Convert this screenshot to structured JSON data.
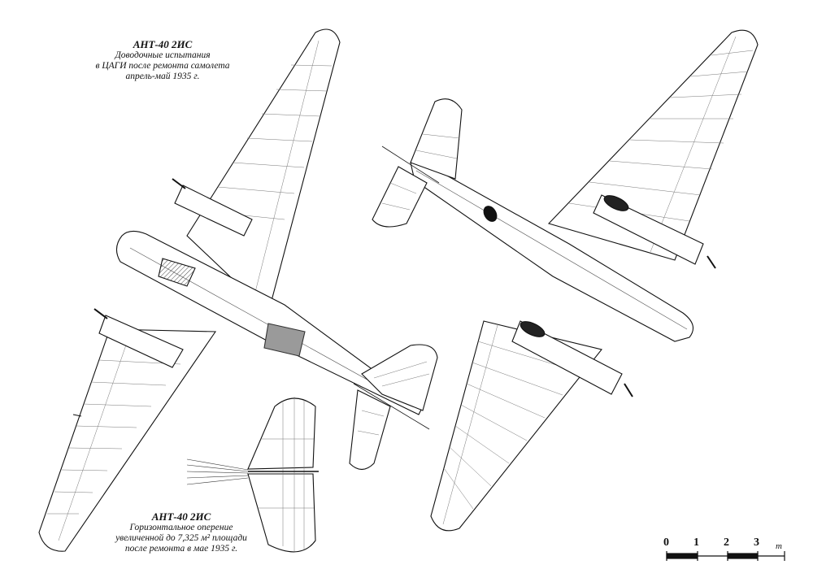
{
  "caption_top": {
    "title": "АНТ-40 2ИС",
    "lines": [
      "Доводочные испытания",
      "в ЦАГИ после ремонта самолета",
      "апрель-май 1935 г."
    ]
  },
  "caption_bottom": {
    "title": "АНТ-40 2ИС",
    "lines": [
      "Горизонтальное оперение",
      "увеличенной до 7,325 м² площади",
      "после ремонта в мае 1935 г."
    ]
  },
  "scale": {
    "labels": [
      "0",
      "1",
      "2",
      "3"
    ],
    "unit": "m"
  },
  "colors": {
    "ink": "#111111",
    "paper": "#ffffff",
    "shade": "#9a9a9a",
    "dark": "#222222"
  }
}
